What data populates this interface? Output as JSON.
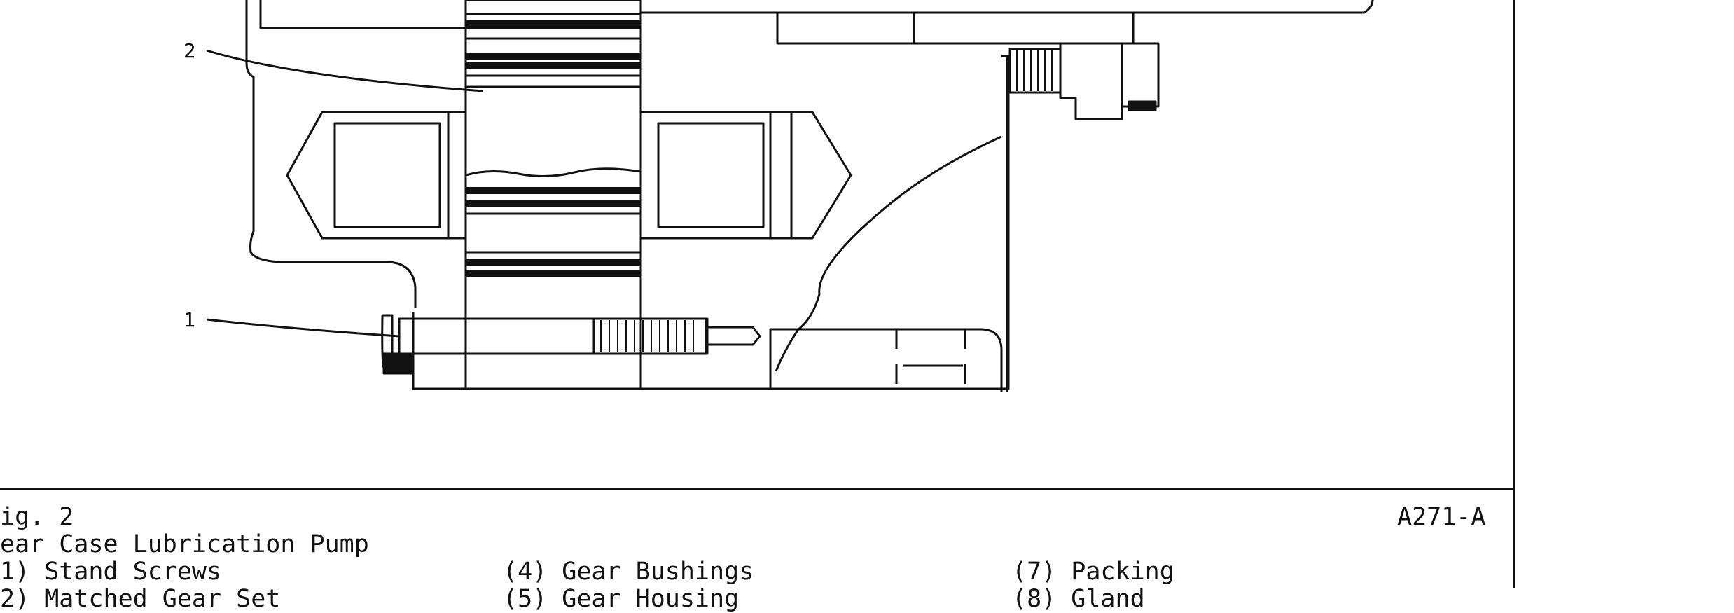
{
  "figure": {
    "fig_label": "ig. 2",
    "title": "ear Case Lubrication Pump",
    "drawing_number": "A271-A",
    "callouts": [
      "2",
      "1"
    ],
    "legend": {
      "col1": [
        "1) Stand Screws",
        "2) Matched Gear Set"
      ],
      "col2": [
        "(4) Gear Bushings",
        "(5) Gear Housing"
      ],
      "col3": [
        "(7) Packing",
        "(8) Gland"
      ]
    }
  }
}
